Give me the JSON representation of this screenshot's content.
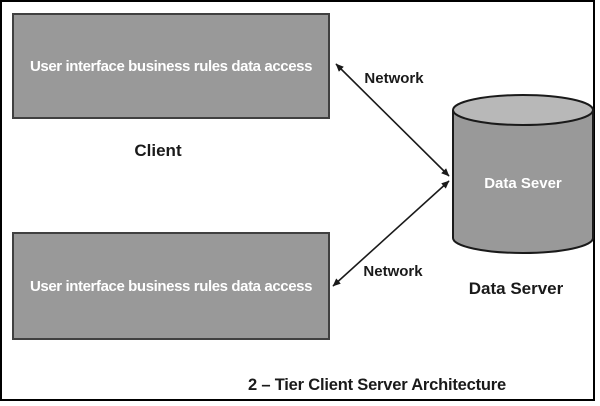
{
  "diagram": {
    "title": "2 – Tier Client Server Architecture",
    "client_tiers": [
      {
        "box_label": "User interface business rules data access",
        "caption": "Client"
      },
      {
        "box_label": "User interface business rules data access"
      }
    ],
    "server": {
      "cylinder_label": "Data Sever",
      "caption": "Data Server"
    },
    "connections": [
      {
        "label": "Network"
      },
      {
        "label": "Network"
      }
    ],
    "colors": {
      "box_fill": "#999999",
      "box_border": "#404040",
      "cylinder_body": "#999999",
      "cylinder_top": "#b8b8b8",
      "stroke": "#1a1a1a",
      "box_text": "#ffffff",
      "label_text": "#1a1a1a"
    }
  }
}
